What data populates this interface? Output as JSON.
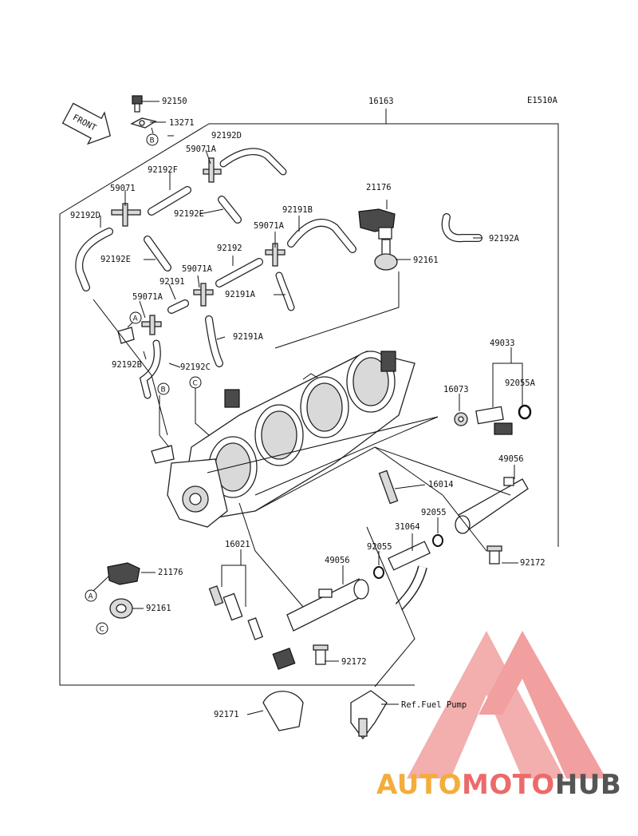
{
  "diagram_code": "E1510A",
  "front_label": "FRONT",
  "labels": {
    "p92150": "92150",
    "p13271": "13271",
    "p16163": "16163",
    "p92192D_top": "92192D",
    "p59071A_top": "59071A",
    "p92192F": "92192F",
    "p59071": "59071",
    "p92192D_left": "92192D",
    "p92192E_mid": "92192E",
    "p92192E_left": "92192E",
    "p21176_top": "21176",
    "p92191B": "92191B",
    "p59071A_2": "59071A",
    "p92192A": "92192A",
    "p92192": "92192",
    "p59071A_3": "59071A",
    "p92161_top": "92161",
    "p92191": "92191",
    "p92191A_1": "92191A",
    "p59071A_4": "59071A",
    "p92191A_2": "92191A",
    "p92192B": "92192B",
    "p92192C": "92192C",
    "p49033": "49033",
    "p16073": "16073",
    "p92055A": "92055A",
    "p49056_right": "49056",
    "p16014": "16014",
    "p92055_1": "92055",
    "p31064": "31064",
    "p92055_2": "92055",
    "p49056_left": "49056",
    "p16021": "16021",
    "p21176_bottom": "21176",
    "p92161_bottom": "92161",
    "p92172_right": "92172",
    "p92172_bottom": "92172",
    "p92171": "92171",
    "ref_fuel_pump": "Ref.Fuel Pump"
  },
  "callouts": {
    "A1": "A",
    "A2": "A",
    "B1": "B",
    "B2": "B",
    "C1": "C",
    "C2": "C"
  },
  "watermark": {
    "part1": "AUTO",
    "part2": "MOTO",
    "part3": "HUB",
    "color_orange": "#f4ad3a",
    "color_red": "#ec6a6a",
    "color_gray": "#555555"
  }
}
